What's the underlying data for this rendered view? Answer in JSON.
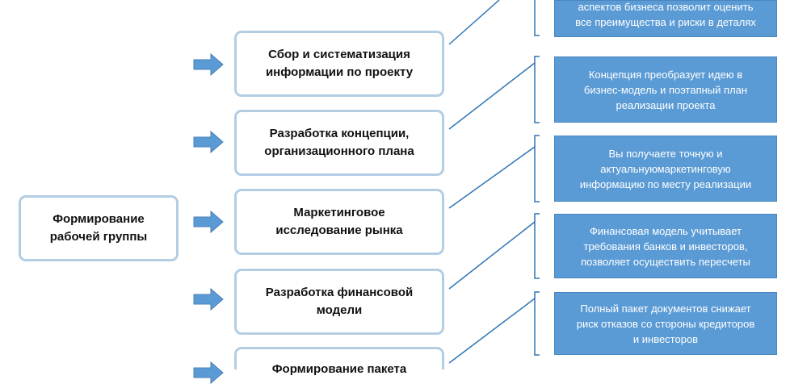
{
  "left_box": {
    "lines": [
      "Формирование",
      "рабочей группы"
    ]
  },
  "steps": [
    {
      "lines": [
        "Сбор и систематизация",
        "информации по проекту"
      ]
    },
    {
      "lines": [
        "Разработка  концепции,",
        "организационного  плана"
      ]
    },
    {
      "lines": [
        "Маркетинговое",
        "исследование рынка"
      ]
    },
    {
      "lines": [
        "Разработка  финансовой",
        "модели"
      ]
    },
    {
      "lines": [
        "Формирование  пакета",
        ""
      ]
    }
  ],
  "notes": [
    {
      "lines": [
        "аспектов бизнеса позволит оценить",
        "все преимущества и риски в деталях"
      ]
    },
    {
      "lines": [
        "Концепция преобразует идею в",
        "бизнес-модель и поэтапный план",
        "реализации проекта"
      ]
    },
    {
      "lines": [
        "Вы получаете точную и",
        "актуальнуюмаркетинговую",
        "информацию по месту реализации"
      ]
    },
    {
      "lines": [
        "Финансовая модель учитывает",
        "требования банков и инвесторов,",
        "позволяет осуществить пересчеты"
      ]
    },
    {
      "lines": [
        "Полный пакет документов снижает",
        "риск отказов со стороны кредиторов",
        "и инвесторов"
      ]
    }
  ],
  "colors": {
    "box_border": "#b3cde3",
    "note_fill": "#5b9bd5",
    "arrow_fill": "#5b9bd5",
    "connector": "#2e75b6"
  }
}
